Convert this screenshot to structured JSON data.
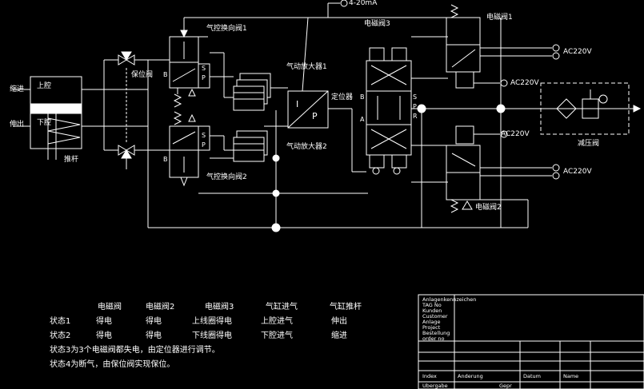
{
  "labels": {
    "top_signal": "4-20mA",
    "pilot_valve_1": "气控换向阀1",
    "pilot_valve_2": "气控换向阀2",
    "hold_valve": "保位阀",
    "booster_1": "气动放大器1",
    "booster_2": "气动放大器2",
    "positioner": "定位器",
    "ip_i": "I",
    "ip_p": "P",
    "solenoid_3": "电磁阀3",
    "solenoid_1": "电磁阀1",
    "solenoid_2": "电磁阀2",
    "ac_1": "AC220V",
    "ac_2": "AC220V",
    "ac_3": "AC220V",
    "ac_4": "AC220V",
    "reducer": "减压阀",
    "cyl_shrink": "缩进",
    "cyl_extend": "伸出",
    "cyl_upper": "上腔",
    "cyl_lower": "下腔",
    "cyl_rod": "推杆",
    "port_s": "S",
    "port_p": "P",
    "port_b": "B",
    "port_a": "A",
    "port_r": "R"
  },
  "state_table": {
    "headers": [
      "电磁阀",
      "电磁阀2",
      "电磁阀3",
      "气缸进气",
      "气缸推杆"
    ],
    "rows": [
      {
        "state": "状态1",
        "cells": [
          "得电",
          "得电",
          "上线圈得电",
          "上腔进气",
          "伸出"
        ]
      },
      {
        "state": "状态2",
        "cells": [
          "得电",
          "得电",
          "下线圈得电",
          "下腔进气",
          "缩进"
        ]
      }
    ],
    "notes": [
      "状态3为3个电磁阀都失电，由定位器进行调节。",
      "状态4为断气，由保位阀实现保位。"
    ]
  },
  "title_block": {
    "fields": [
      "Anlagenkennzeichen",
      "TAG No",
      "Kunden",
      "Customer",
      "Anlage",
      "Project",
      "Bestellung",
      "order no"
    ],
    "footer": [
      "Index",
      "Anderung",
      "Datum",
      "Name"
    ],
    "bottom": [
      "Ubergabe",
      "Gepr"
    ]
  },
  "colors": {
    "line": "#ffffff",
    "background": "#000000"
  }
}
